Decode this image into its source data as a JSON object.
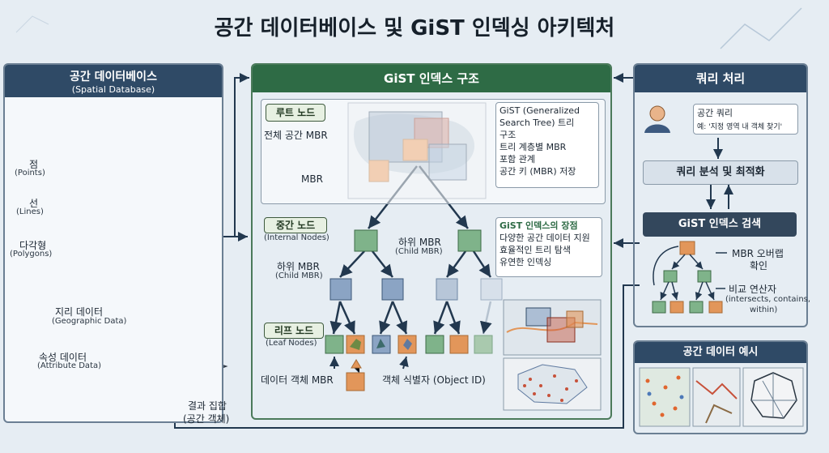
{
  "title": "공간 데이터베이스 및 GiST 인덱싱 아키텍처",
  "colors": {
    "navy": "#2f4a66",
    "green": "#2e6b45",
    "leaf_green": "#7fb38a",
    "orange": "#e2965a",
    "blue": "#8ba4c4"
  },
  "left": {
    "title": "공간 데이터베이스",
    "subtitle": "(Spatial Database)",
    "layers": [
      {
        "name": "점",
        "en": "(Points)"
      },
      {
        "name": "선",
        "en": "(Lines)"
      },
      {
        "name": "다각형",
        "en": "(Polygons)"
      },
      {
        "name": "지리 데이터",
        "en": "(Geographic Data)"
      },
      {
        "name": "속성 데이터",
        "en": "(Attribute Data)"
      }
    ],
    "result": [
      "결과 집합",
      "(공간 객체)"
    ]
  },
  "center": {
    "title": "GiST 인덱스 구조",
    "root_label": "루트 노드",
    "root_mbr": "전체 공간 MBR",
    "mbr": "MBR",
    "root_notes": [
      "GiST (Generalized",
      "Search Tree) 트리",
      "구조",
      "트리 계층별 MBR",
      "포함 관계",
      "공간 키 (MBR) 저장"
    ],
    "internal_label": "중간 노드",
    "internal_en": "(Internal Nodes)",
    "child_mbr": "하위 MBR",
    "child_mbr_en": "(Child MBR)",
    "advantages_title": "GiST 인덱스의 장점",
    "advantages": [
      "다양한 공간 데이터 지원",
      "효율적인 트리 탐색",
      "유연한 인덱싱"
    ],
    "leaf_label": "리프 노드",
    "leaf_en": "(Leaf Nodes)",
    "data_mbr": "데이터 객체 MBR",
    "object_id": "객체 식별자 (Object ID)"
  },
  "right": {
    "query_title": "쿼리 처리",
    "query_text": "공간 쿼리",
    "query_example": "예: '지정 영역 내 객체 찾기'",
    "analyze": "쿼리 분석 및 최적화",
    "search_title": "GiST 인덱스 검색",
    "overlap": [
      "MBR 오버랩",
      "확인"
    ],
    "operator": "비교 연산자",
    "operator_en": [
      "(intersects, contains,",
      "within)"
    ],
    "examples_title": "공간 데이터 예시"
  }
}
